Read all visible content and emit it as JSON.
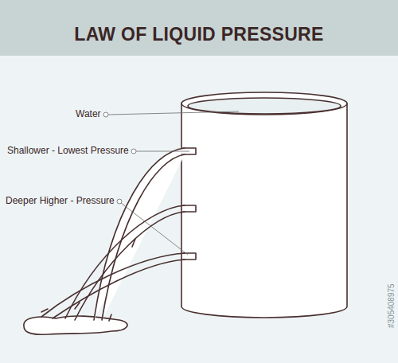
{
  "diagram": {
    "title": "LAW OF LIQUID PRESSURE",
    "labels": [
      "Water",
      "Shallower - Lowest Pressure",
      "Deeper Higher - Pressure",
      "#305408975"
    ]
  }
}
